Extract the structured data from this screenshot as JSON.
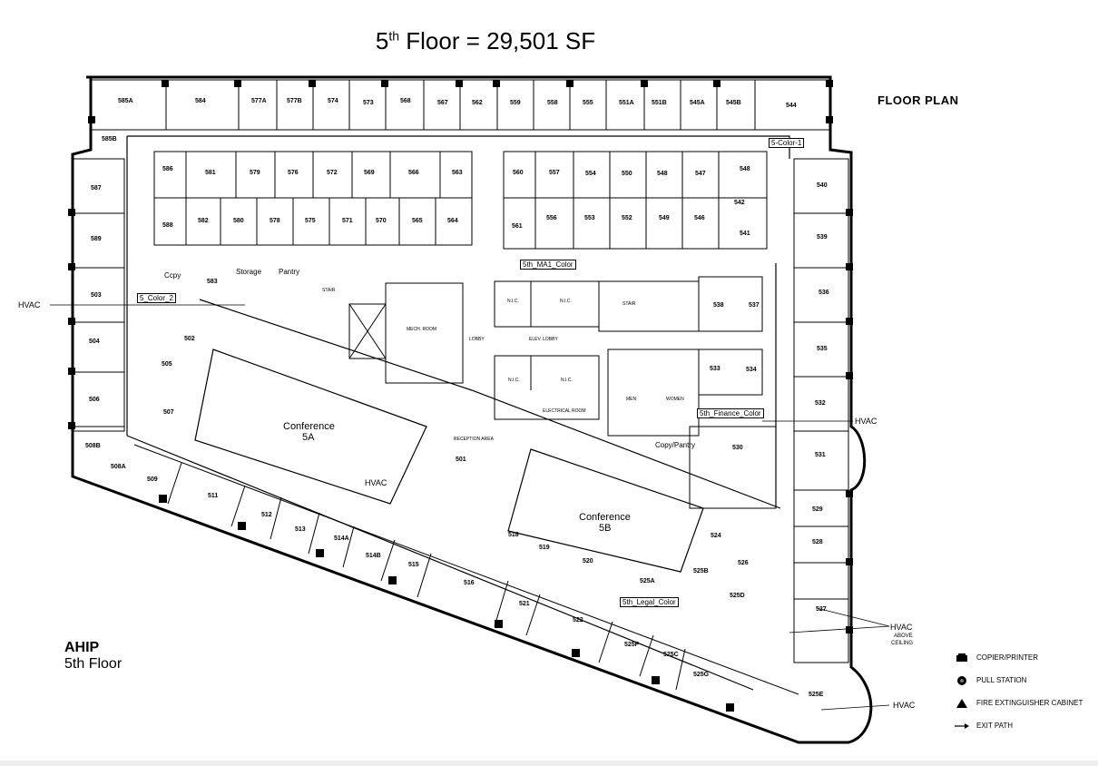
{
  "title": {
    "prefix": "5",
    "sup": "th",
    "suffix": " Floor = 29,501 SF"
  },
  "floor_plan_label": "FLOOR PLAN",
  "building": {
    "name": "AHIP",
    "floor": "5th Floor"
  },
  "legend": [
    {
      "icon": "copier-printer-icon",
      "label": "COPIER/PRINTER"
    },
    {
      "icon": "pull-station-icon",
      "label": "PULL STATION"
    },
    {
      "icon": "fire-extinguisher-icon",
      "label": "FIRE EXTINGUISHER CABINET"
    },
    {
      "icon": "exit-path-icon",
      "label": "EXIT PATH"
    }
  ],
  "callouts": {
    "color1": "5-Color-1",
    "ma1": "5th_MA1_Color",
    "color2": "5_Color_2",
    "finance": "5th_Finance_Color",
    "legal": "5th_Legal_Color"
  },
  "hvac": {
    "label": "HVAC",
    "above": "ABOVE",
    "ceiling": "CEILING"
  },
  "spaces": {
    "conference_5a": "Conference",
    "conference_5a_num": "5A",
    "conference_5b": "Conference",
    "conference_5b_num": "5B",
    "reception": "RECEPTION AREA",
    "copy": "Ccpy",
    "storage": "Storage",
    "pantry": "Pantry",
    "copy_pantry": "Copy/Pantry",
    "mech_room": "MECH. ROOM",
    "elec_room": "ELECTRICAL ROOM",
    "elev_lobby": "ELEV. LOBBY",
    "lobby": "LOBBY",
    "stair": "STAIR",
    "nic": "N.I.C.",
    "men": "MEN",
    "women": "WOMEN"
  },
  "rooms_top": [
    "585A",
    "584",
    "577A",
    "577B",
    "574",
    "573",
    "568",
    "567",
    "562",
    "559",
    "558",
    "555",
    "551A",
    "551B",
    "545A",
    "545B",
    "544"
  ],
  "rooms_block1_row1": [
    "586",
    "581",
    "579",
    "576",
    "572",
    "569",
    "566",
    "563"
  ],
  "rooms_block1_row2": [
    "588",
    "582",
    "580",
    "578",
    "575",
    "571",
    "570",
    "565",
    "564"
  ],
  "rooms_block2_row1": [
    "560",
    "557",
    "554",
    "550",
    "548",
    "547",
    "548"
  ],
  "rooms_block2_row2": [
    "561",
    "556",
    "553",
    "552",
    "549",
    "546",
    "542",
    "541"
  ],
  "rooms_left": [
    "585B",
    "587",
    "589",
    "503",
    "504",
    "506",
    "508B",
    "508A"
  ],
  "rooms_right": [
    "540",
    "539",
    "536",
    "535",
    "532",
    "531",
    "529",
    "528",
    "527"
  ],
  "rooms_misc": [
    "583",
    "502",
    "505",
    "507",
    "509",
    "511",
    "512",
    "513",
    "514A",
    "514B",
    "515",
    "516",
    "521",
    "522",
    "525F",
    "525C",
    "525G",
    "525E",
    "501",
    "518",
    "519",
    "520",
    "525A",
    "525B",
    "525D",
    "524",
    "526",
    "530",
    "533",
    "534",
    "538",
    "537"
  ]
}
